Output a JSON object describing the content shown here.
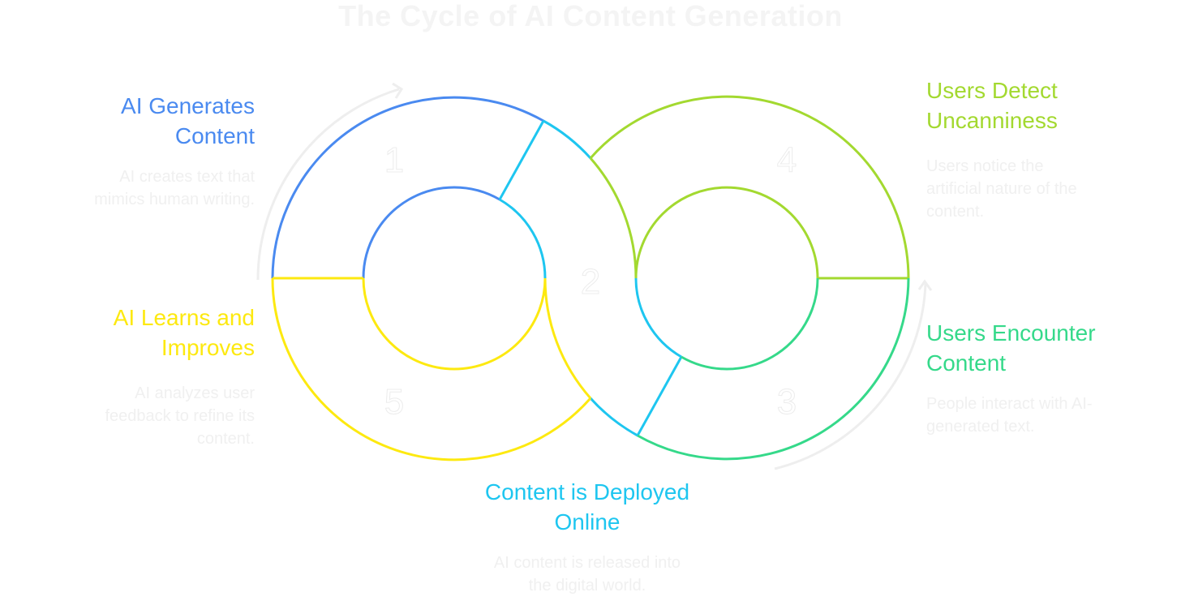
{
  "title": "The Cycle of AI Content Generation",
  "colors": {
    "step1": "#4a8af0",
    "step2": "#1ec6f0",
    "step3": "#35d98a",
    "step4": "#a3d930",
    "step5": "#fde910",
    "muted": "#f0f0f0"
  },
  "steps": [
    {
      "number": "1",
      "title_line1": "AI Generates",
      "title_line2": "Content",
      "description_line1": "AI creates text that",
      "description_line2": "mimics human writing."
    },
    {
      "number": "2",
      "title_line1": "Content is Deployed",
      "title_line2": "Online",
      "description_line1": "AI content is released into",
      "description_line2": "the digital world."
    },
    {
      "number": "3",
      "title_line1": "Users Encounter",
      "title_line2": "Content",
      "description_line1": "People interact with AI-",
      "description_line2": "generated text."
    },
    {
      "number": "4",
      "title_line1": "Users Detect",
      "title_line2": "Uncanniness",
      "description_line1": "Users notice the",
      "description_line2": "artificial nature of the",
      "description_line3": "content."
    },
    {
      "number": "5",
      "title_line1": "AI Learns and",
      "title_line2": "Improves",
      "description_line1": "AI analyzes user",
      "description_line2": "feedback to refine its",
      "description_line3": "content."
    }
  ]
}
